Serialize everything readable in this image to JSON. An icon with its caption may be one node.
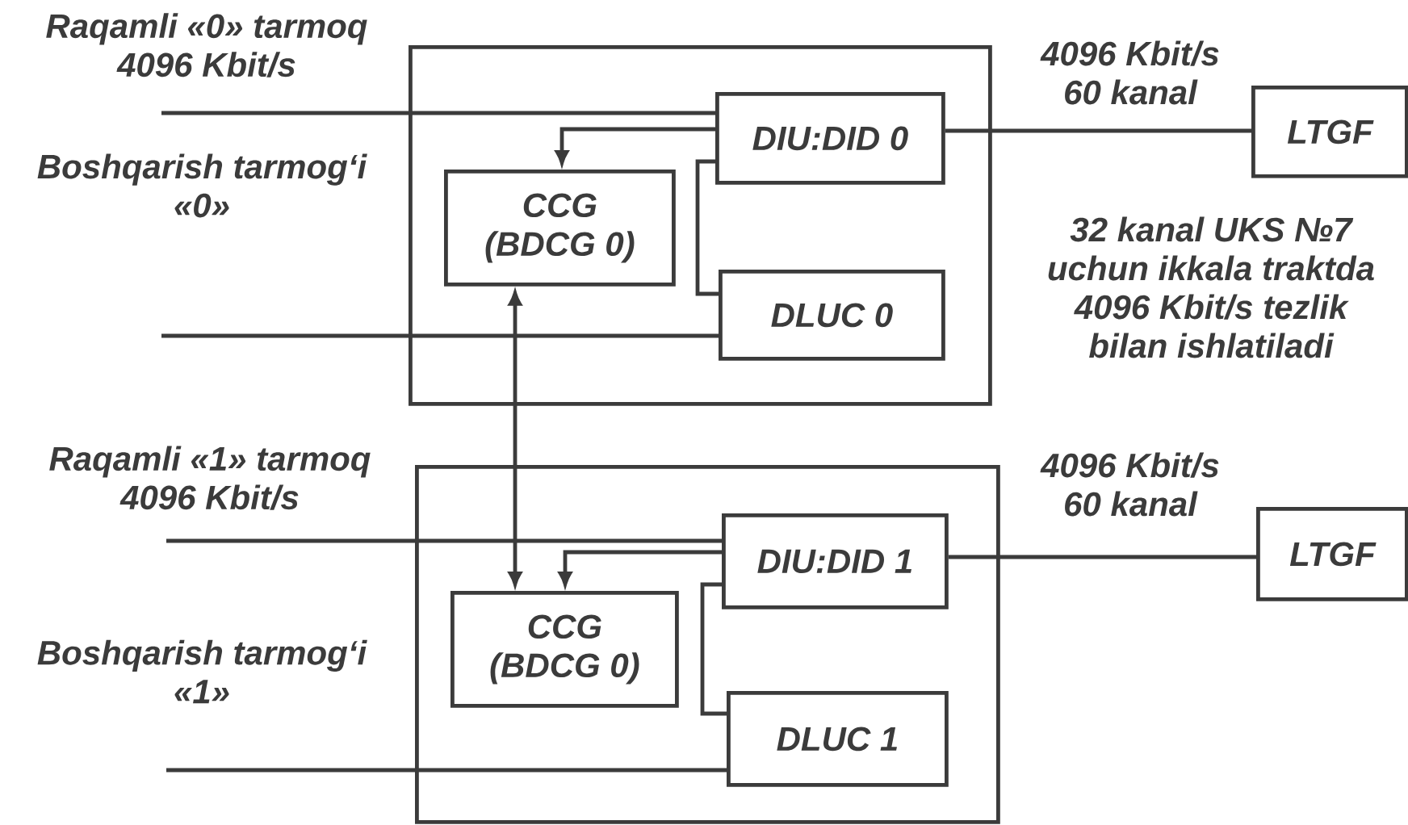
{
  "diagram": {
    "nodes": [
      {
        "text": [],
        "shape": "box"
      },
      {
        "text": [
          "DIU:DID 0"
        ],
        "in": 0
      },
      {
        "text": [
          "CCG (BDCG 0)"
        ],
        "in": 0
      },
      {
        "text": [
          "DLUC 0"
        ],
        "in": 0
      },
      {
        "text": [
          "LTGF"
        ]
      },
      {
        "text": [],
        "shape": "box"
      },
      {
        "text": [
          "DIU:DID 1"
        ],
        "in": 5
      },
      {
        "text": [
          "CCG (BDCG 0)"
        ],
        "in": 5
      },
      {
        "text": [
          "DLUC 1"
        ],
        "in": 5
      },
      {
        "text": [
          "LTGF"
        ]
      }
    ],
    "edges": [
      {
        "from": null,
        "to": 1,
        "arrow": "none",
        "label": "Raqamli «0» tarmoq 4096 Kbit/s"
      },
      {
        "from": 1,
        "to": 2,
        "arrow": "to"
      },
      {
        "from": 1,
        "to": 3,
        "arrow": "none"
      },
      {
        "from": null,
        "to": 3,
        "arrow": "none",
        "label": "Boshqarish tarmog‘i «0»"
      },
      {
        "from": 1,
        "to": 4,
        "arrow": "none",
        "label": "4096 Kbit/s 60 kanal"
      },
      {
        "from": 2,
        "to": 7,
        "arrow": "both"
      },
      {
        "from": null,
        "to": 6,
        "arrow": "none",
        "label": "Raqamli «1» tarmoq 4096 Kbit/s"
      },
      {
        "from": 6,
        "to": 7,
        "arrow": "to"
      },
      {
        "from": 6,
        "to": 8,
        "arrow": "none"
      },
      {
        "from": null,
        "to": 8,
        "arrow": "none",
        "label": "Boshqarish tarmog‘i «1»"
      },
      {
        "from": 6,
        "to": 9,
        "arrow": "none",
        "label": "4096 Kbit/s 60 kanal"
      }
    ],
    "labels": [
      "32 kanal UKS №7 uchun ikkala traktda 4096 Kbit/s tezlik bilan ishlatiladi"
    ]
  }
}
